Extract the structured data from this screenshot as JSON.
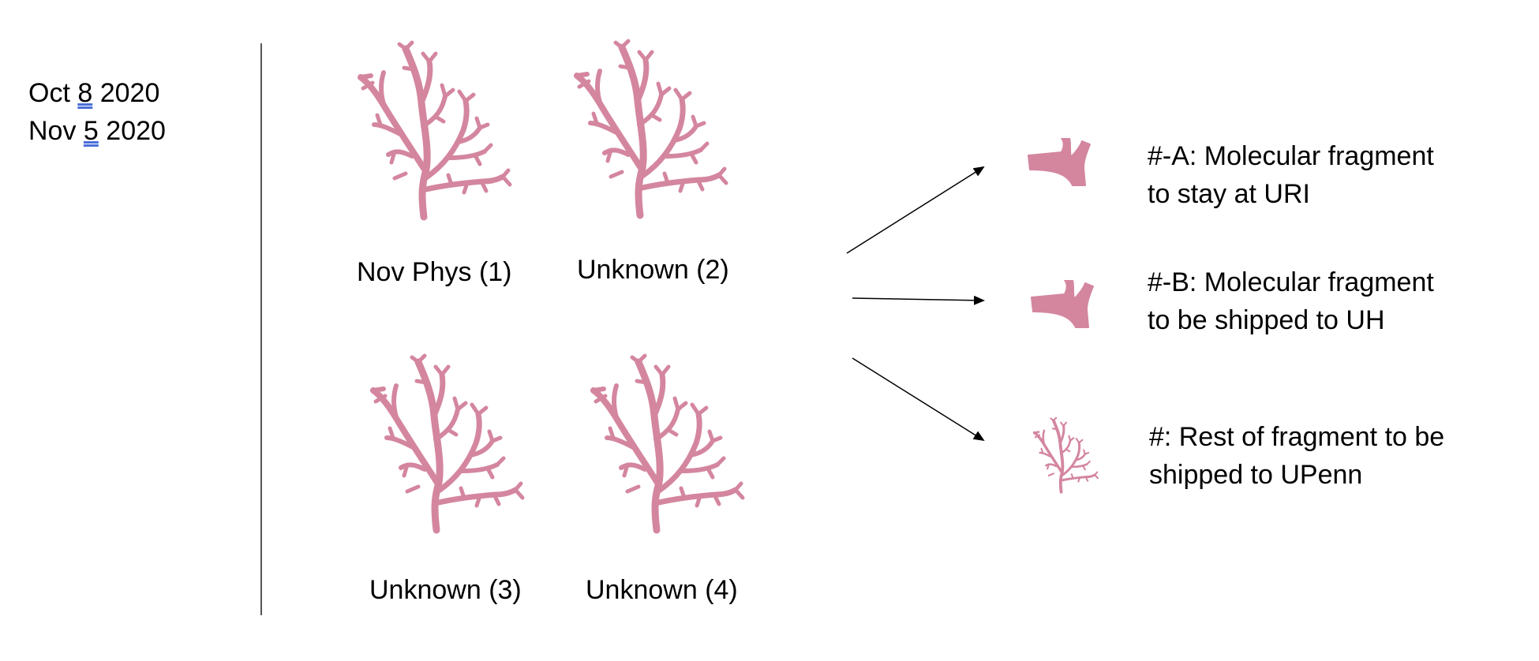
{
  "dates": {
    "line1": {
      "prefix": "Oct ",
      "marked": "8",
      "suffix": " 2020"
    },
    "line2": {
      "prefix": "Nov ",
      "marked": "5",
      "suffix": " 2020"
    }
  },
  "colonies": [
    {
      "label": "Nov Phys (1)"
    },
    {
      "label": "Unknown (2)"
    },
    {
      "label": "Unknown (3)"
    },
    {
      "label": "Unknown (4)"
    }
  ],
  "fragments": [
    {
      "line1": "#-A: Molecular fragment",
      "line2": "to stay at URI"
    },
    {
      "line1": "#-B: Molecular fragment",
      "line2": "to be shipped to UH"
    },
    {
      "line1": "#: Rest of fragment to be",
      "line2": "shipped to UPenn"
    }
  ],
  "colors": {
    "coral": "#d4869f",
    "divider": "#555555",
    "date_mark_underline": "#4a6fd8"
  }
}
